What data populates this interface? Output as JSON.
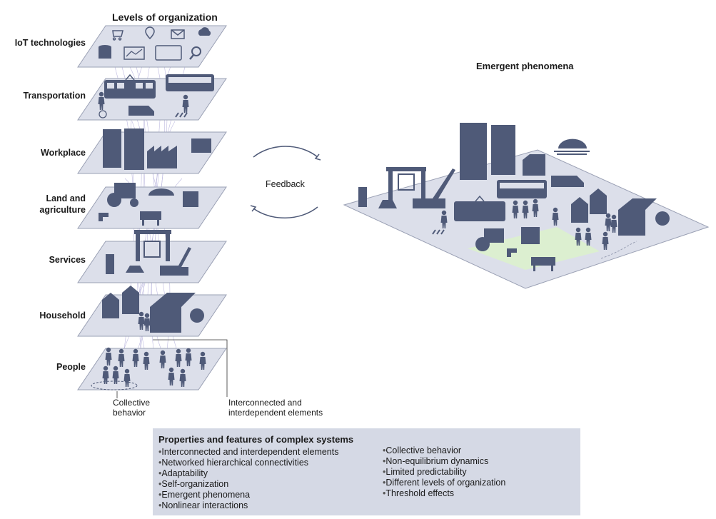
{
  "levels_title": "Levels of organization",
  "emergent_title": "Emergent phenomena",
  "feedback_label": "Feedback",
  "levels": [
    {
      "label": "IoT technologies"
    },
    {
      "label": "Transportation"
    },
    {
      "label": "Workplace"
    },
    {
      "label": "Land and agriculture"
    },
    {
      "label": "Services"
    },
    {
      "label": "Household"
    },
    {
      "label": "People"
    }
  ],
  "annotations": {
    "collective": "Collective behavior",
    "interconnected": "Interconnected and interdependent elements"
  },
  "properties": {
    "title": "Properties and features of complex systems",
    "left": [
      "Interconnected and interdependent elements",
      "Networked hierarchical connectivities",
      "Adaptability",
      "Self-organization",
      "Emergent phenomena",
      "Nonlinear interactions"
    ],
    "right": [
      "Collective behavior",
      "Non-equilibrium dynamics",
      "Limited predictability",
      "Different levels of organization",
      "Threshold effects"
    ]
  },
  "colors": {
    "plane": "#dcdfea",
    "plane_stroke": "#9aa0b4",
    "icon": "#4f5a78",
    "link": "#b7b3dd",
    "grass": "#dcefd0",
    "box": "#d5d9e5"
  }
}
